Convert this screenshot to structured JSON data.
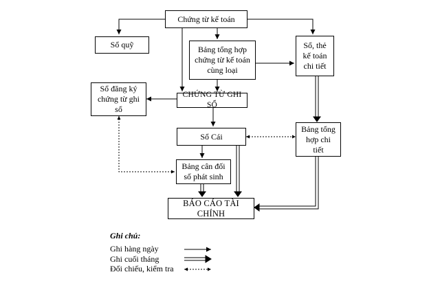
{
  "diagram": {
    "nodes": {
      "chung_tu_ke_toan": "Chứng từ kế toán",
      "so_quy": "Sổ quỹ",
      "bang_tong_hop_chung_tu": "Bảng tổng hợp\nchứng từ kế toán\ncùng loại",
      "so_the_chi_tiet": "Sổ, thẻ\nkế toán\nchi tiết",
      "so_dang_ky": "Sổ đăng ký\nchứng từ ghi\nsổ",
      "chung_tu_ghi_so": "CHỨNG TỪ GHI SỔ",
      "so_cai": "Sổ Cái",
      "bang_tong_hop_chi_tiet": "Bảng tổng\nhợp chi\ntiết",
      "bang_can_doi": "Bảng cân đối\nsố phát sinh",
      "bao_cao_tai_chinh": "BÁO CÁO TÀI CHÍNH"
    },
    "legend": {
      "title": "Ghi chú:",
      "items": [
        {
          "label": "Ghi hàng ngày",
          "style": "single-arrow"
        },
        {
          "label": "Ghi cuối tháng",
          "style": "double-arrow"
        },
        {
          "label": "Đối chiếu, kiểm tra",
          "style": "dotted-bidirectional-arrow"
        }
      ]
    },
    "colors": {
      "line": "#000000",
      "background": "#ffffff"
    }
  }
}
